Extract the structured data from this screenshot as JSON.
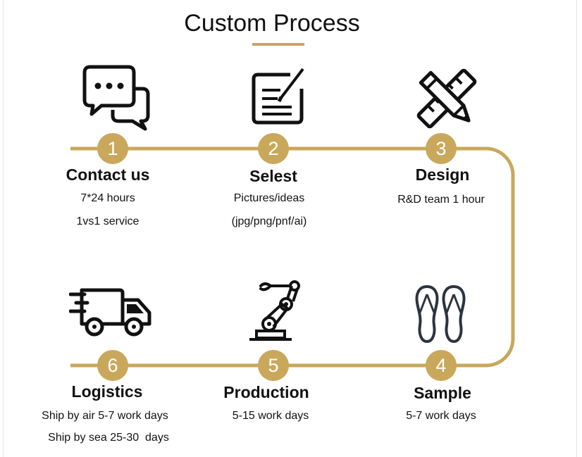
{
  "title": "Custom Process",
  "colors": {
    "accent": "#c9a85c",
    "text": "#111111",
    "icon": "#111111"
  },
  "steps": [
    {
      "number": "1",
      "title": "Contact us",
      "lines": [
        "7*24 hours",
        "1vs1 service"
      ],
      "icon": "chat-bubbles-icon"
    },
    {
      "number": "2",
      "title": "Selest",
      "lines": [
        "Pictures/ideas",
        "(jpg/png/pnf/ai)"
      ],
      "icon": "document-edit-icon"
    },
    {
      "number": "3",
      "title": "Design",
      "lines": [
        "R&D team 1 hour"
      ],
      "icon": "pencil-ruler-icon"
    },
    {
      "number": "4",
      "title": "Sample",
      "lines": [
        "5-7 work days"
      ],
      "icon": "flip-flops-icon"
    },
    {
      "number": "5",
      "title": "Production",
      "lines": [
        "5-15 work days"
      ],
      "icon": "robot-arm-icon"
    },
    {
      "number": "6",
      "title": "Logistics",
      "lines": [
        "Ship by air 5-7 work days",
        "Ship by sea 25-30  days"
      ],
      "icon": "delivery-truck-icon"
    }
  ]
}
